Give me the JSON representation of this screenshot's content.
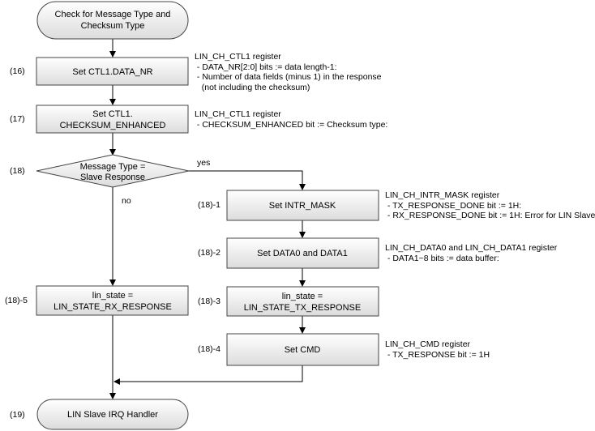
{
  "nodes": {
    "start": [
      "Check for Message Type and",
      "Checksum Type"
    ],
    "set_data_nr": [
      "Set CTL1.DATA_NR"
    ],
    "set_checksum": [
      "Set CTL1.",
      "CHECKSUM_ENHANCED"
    ],
    "decision": [
      "Message Type =",
      "Slave Response"
    ],
    "set_intr_mask": [
      "Set INTR_MASK"
    ],
    "set_data0_data1": [
      "Set DATA0 and DATA1"
    ],
    "tx_response": [
      "lin_state =",
      "LIN_STATE_TX_RESPONSE"
    ],
    "set_cmd": [
      "Set CMD"
    ],
    "rx_response": [
      "lin_state =",
      "LIN_STATE_RX_RESPONSE"
    ],
    "end": [
      "LIN Slave IRQ Handler"
    ]
  },
  "steps": {
    "s16": "(16)",
    "s17": "(17)",
    "s18": "(18)",
    "s18_1": "(18)-1",
    "s18_2": "(18)-2",
    "s18_3": "(18)-3",
    "s18_4": "(18)-4",
    "s18_5": "(18)-5",
    "s19": "(19)"
  },
  "notes": {
    "n16": [
      "LIN_CH_CTL1 register",
      " - DATA_NR[2:0] bits := data length-1:",
      " - Number of data fields (minus 1) in the response",
      "   (not including the checksum)"
    ],
    "n17": [
      "LIN_CH_CTL1 register",
      " - CHECKSUM_ENHANCED bit := Checksum type:"
    ],
    "n18_1": [
      "LIN_CH_INTR_MASK register",
      " - TX_RESPONSE_DONE bit := 1H:",
      " - RX_RESPONSE_DONE bit := 1H: Error for LIN Slave"
    ],
    "n18_2": [
      "LIN_CH_DATA0 and LIN_CH_DATA1 register",
      " - DATA1~8 bits := data buffer:"
    ],
    "n18_4": [
      "LIN_CH_CMD register",
      " - TX_RESPONSE bit := 1H"
    ]
  },
  "branch_labels": {
    "yes": "yes",
    "no": "no"
  }
}
